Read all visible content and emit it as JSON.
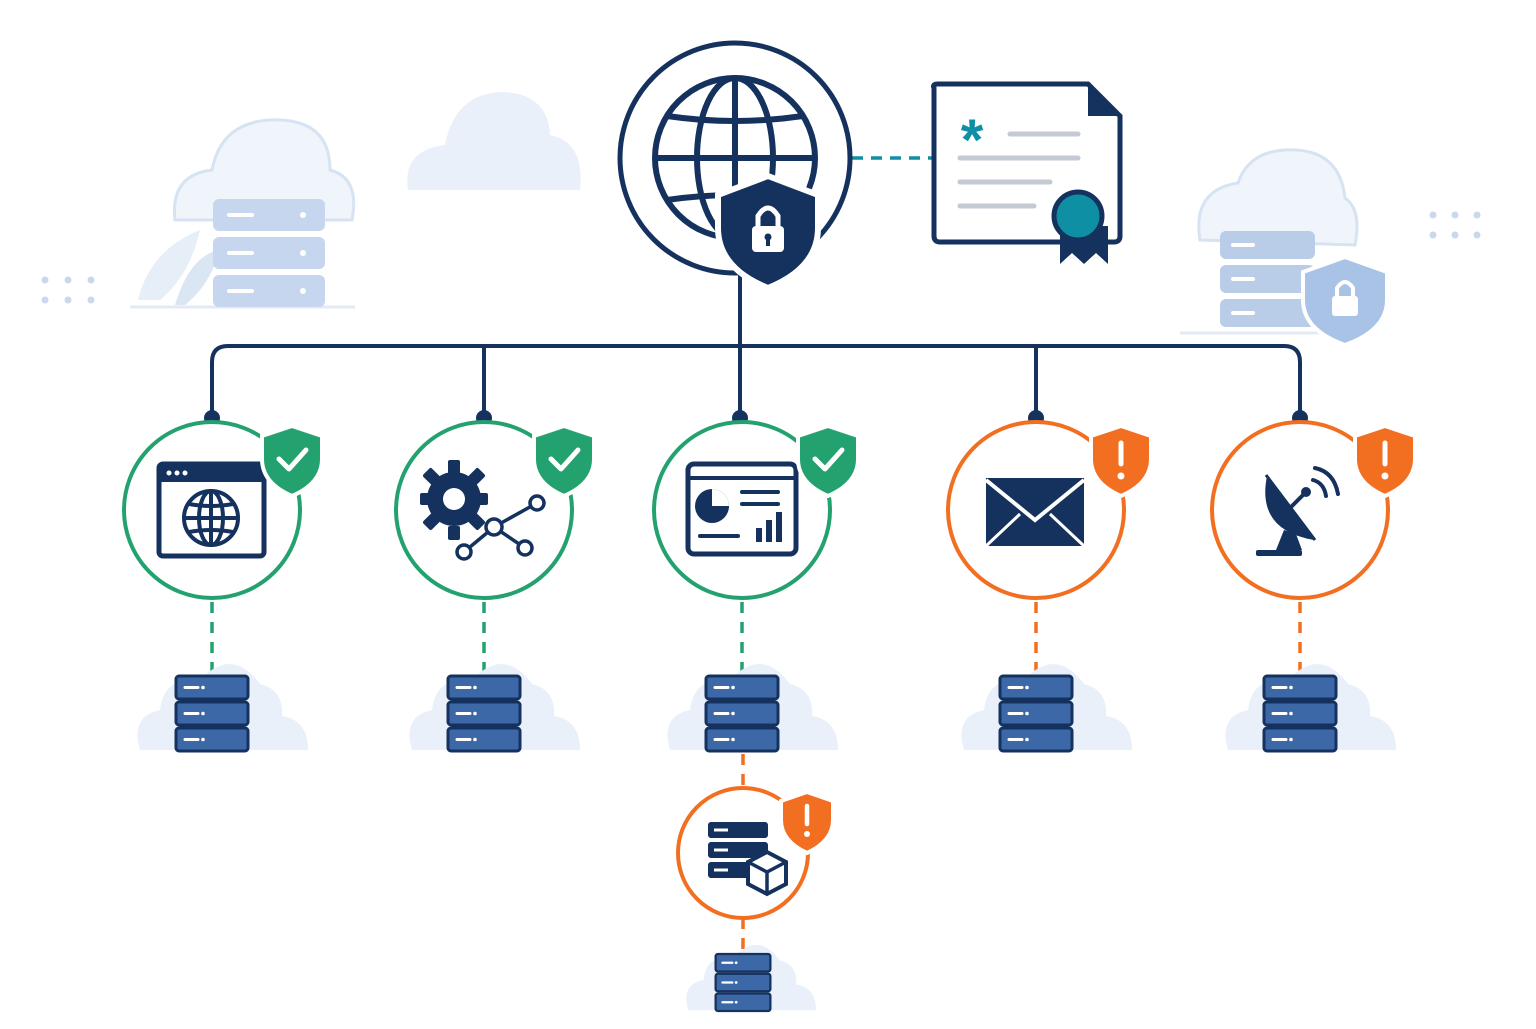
{
  "colors": {
    "navy": "#15325f",
    "server_blue": "#3d68a8",
    "pale_blue": "#c5d6ee",
    "cloud_fill": "#e9f0fa",
    "secure_green": "#23a26f",
    "warning_orange": "#f26f21",
    "teal": "#0e8fa3",
    "gray_line": "#bcc5d1",
    "background": "#ffffff"
  },
  "hub": {
    "icon": "globe-icon",
    "badge": "shield-lock-icon",
    "status": "secure"
  },
  "certificate": {
    "icon": "certificate-document-icon",
    "mark": "*",
    "seal": "ribbon-seal-icon"
  },
  "services": [
    {
      "id": "website",
      "icon": "browser-globe-icon",
      "status": "secure",
      "badge": "shield-check-icon"
    },
    {
      "id": "integration",
      "icon": "gear-network-icon",
      "status": "secure",
      "badge": "shield-check-icon"
    },
    {
      "id": "dashboard",
      "icon": "dashboard-chart-icon",
      "status": "secure",
      "badge": "shield-check-icon"
    },
    {
      "id": "mail",
      "icon": "envelope-icon",
      "status": "warning",
      "badge": "shield-alert-icon"
    },
    {
      "id": "broadcast",
      "icon": "satellite-dish-icon",
      "status": "warning",
      "badge": "shield-alert-icon"
    }
  ],
  "sub_service": {
    "id": "storage",
    "icon": "server-cube-icon",
    "status": "warning",
    "badge": "shield-alert-icon"
  },
  "background_decor": [
    {
      "icon": "cloud-server-icon",
      "position_hint": "top-left"
    },
    {
      "icon": "cloud-icon",
      "position_hint": "top-center-left"
    },
    {
      "icon": "cloud-server-shield-icon",
      "position_hint": "top-right"
    }
  ]
}
